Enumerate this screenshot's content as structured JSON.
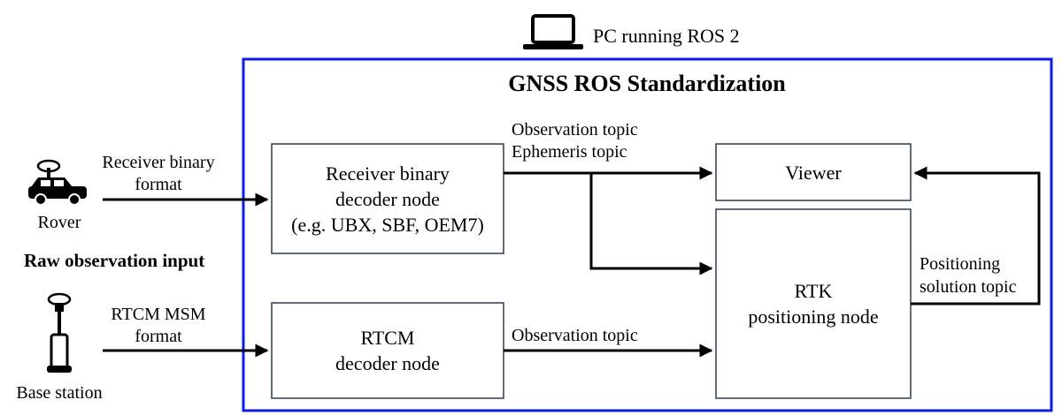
{
  "pc_label": "PC running ROS 2",
  "system_title": "GNSS ROS Standardization",
  "raw_input_label": "Raw observation input",
  "rover": {
    "label": "Rover",
    "format_line1": "Receiver binary",
    "format_line2": "format"
  },
  "base": {
    "label": "Base station",
    "format_line1": "RTCM MSM",
    "format_line2": "format"
  },
  "nodes": {
    "receiver_decoder": {
      "line1": "Receiver binary",
      "line2": "decoder node",
      "line3": "(e.g. UBX, SBF, OEM7)"
    },
    "rtcm_decoder": {
      "line1": "RTCM",
      "line2": "decoder node"
    },
    "viewer": {
      "line1": "Viewer"
    },
    "rtk": {
      "line1": "RTK",
      "line2": "positioning node"
    }
  },
  "topics": {
    "observation_top": "Observation topic",
    "ephemeris": "Ephemeris topic",
    "observation_bottom": "Observation topic",
    "solution_line1": "Positioning",
    "solution_line2": "solution topic"
  },
  "colors": {
    "frame": "#0a1ee6",
    "box_border": "#2d3a4f",
    "line": "#000000"
  }
}
